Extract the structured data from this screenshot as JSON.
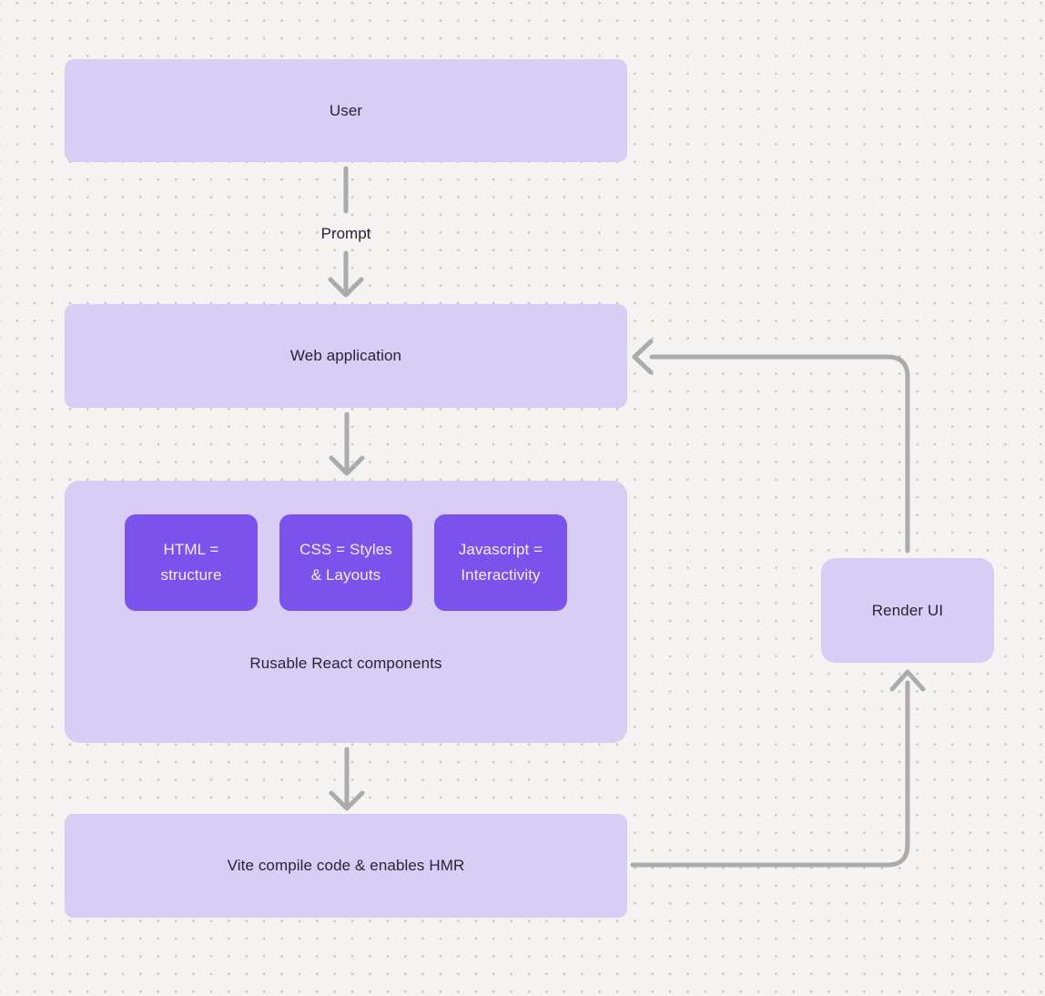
{
  "theme": {
    "canvas_bg": "#f4f3f1",
    "dot_color": "#c6c3c0",
    "node_fill": "#d7cdf5",
    "chip_fill": "#7c52ec",
    "chip_text": "#f3eefb",
    "label_color": "#2b2336",
    "connector_color": "#ababab"
  },
  "diagram": {
    "nodes": {
      "user": {
        "label": "User"
      },
      "web_app": {
        "label": "Web application"
      },
      "components": {
        "caption": "Rusable React components",
        "chips": [
          {
            "name": "html",
            "lines": [
              "HTML =",
              "structure"
            ]
          },
          {
            "name": "css",
            "lines": [
              "CSS = Styles",
              "& Layouts"
            ]
          },
          {
            "name": "javascript",
            "lines": [
              "Javascript =",
              "Interactivity"
            ]
          }
        ]
      },
      "vite": {
        "label": "Vite compile code & enables HMR"
      },
      "render_ui": {
        "label": "Render UI"
      }
    },
    "edge_labels": {
      "prompt": "Prompt"
    }
  }
}
